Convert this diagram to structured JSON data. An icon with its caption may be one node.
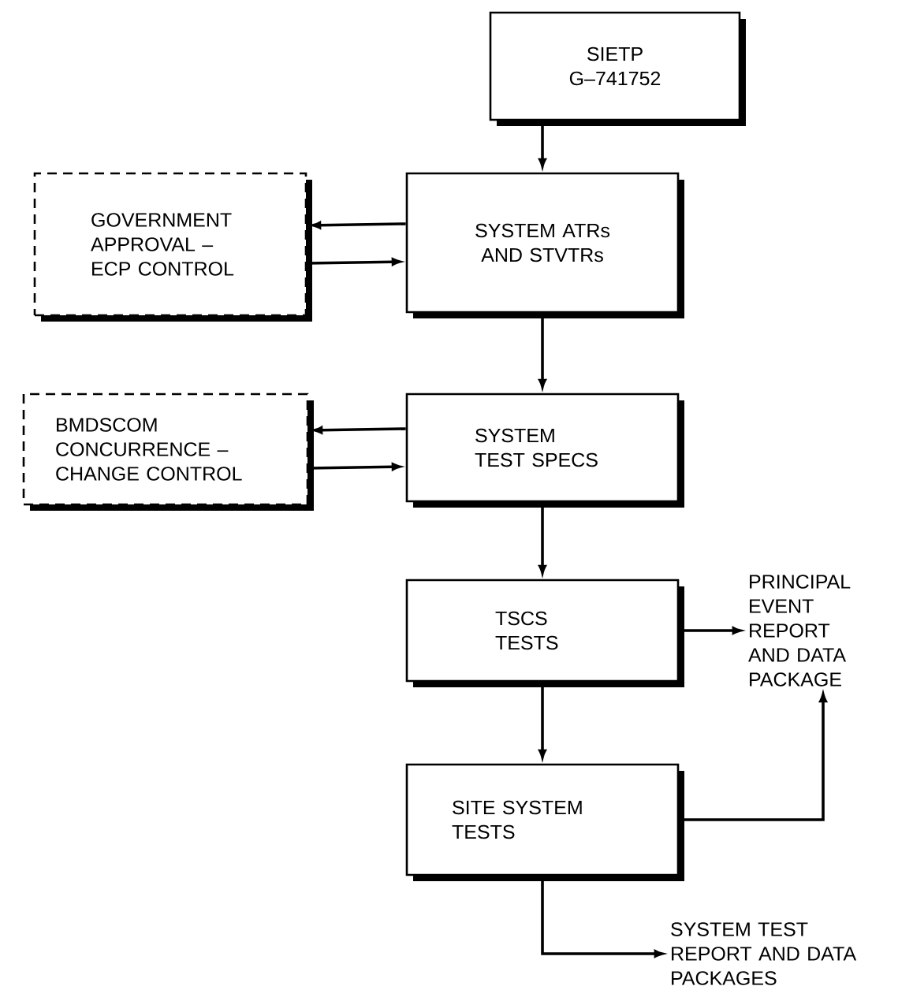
{
  "diagram": {
    "nodes": [
      {
        "text": [
          "SIETP G–741752"
        ]
      },
      {
        "text": [
          "GOVERNMENT APPROVAL –ECP CONTROL"
        ]
      },
      {
        "text": [
          "SYSTEM ATRs AND STVTRs"
        ]
      },
      {
        "text": [
          "BMDSCOM CONCURRENCE –CHANGE CONTROL"
        ]
      },
      {
        "text": [
          "SYSTEM TEST SPECS"
        ]
      },
      {
        "text": [
          "TSCS TESTS"
        ]
      },
      {
        "text": [
          "PRINCIPAL EVENT REPORT AND DATA PACKAGE"
        ]
      },
      {
        "text": [
          "SITE SYSTEM TESTS"
        ]
      },
      {
        "text": [
          "SYSTEM TEST REPORT AND DATA PACKAGES"
        ]
      }
    ],
    "edges": [
      {
        "from": 0,
        "to": 2,
        "arrow": "to"
      },
      {
        "from": 2,
        "to": 1,
        "arrow": "to"
      },
      {
        "from": 1,
        "to": 2,
        "arrow": "to"
      },
      {
        "from": 2,
        "to": 4,
        "arrow": "to"
      },
      {
        "from": 4,
        "to": 3,
        "arrow": "to"
      },
      {
        "from": 3,
        "to": 4,
        "arrow": "to"
      },
      {
        "from": 4,
        "to": 5,
        "arrow": "to"
      },
      {
        "from": 5,
        "to": 6,
        "arrow": "to"
      },
      {
        "from": 5,
        "to": 7,
        "arrow": "to"
      },
      {
        "from": 7,
        "to": 6,
        "arrow": "to"
      },
      {
        "from": 7,
        "to": 8,
        "arrow": "to"
      }
    ]
  }
}
